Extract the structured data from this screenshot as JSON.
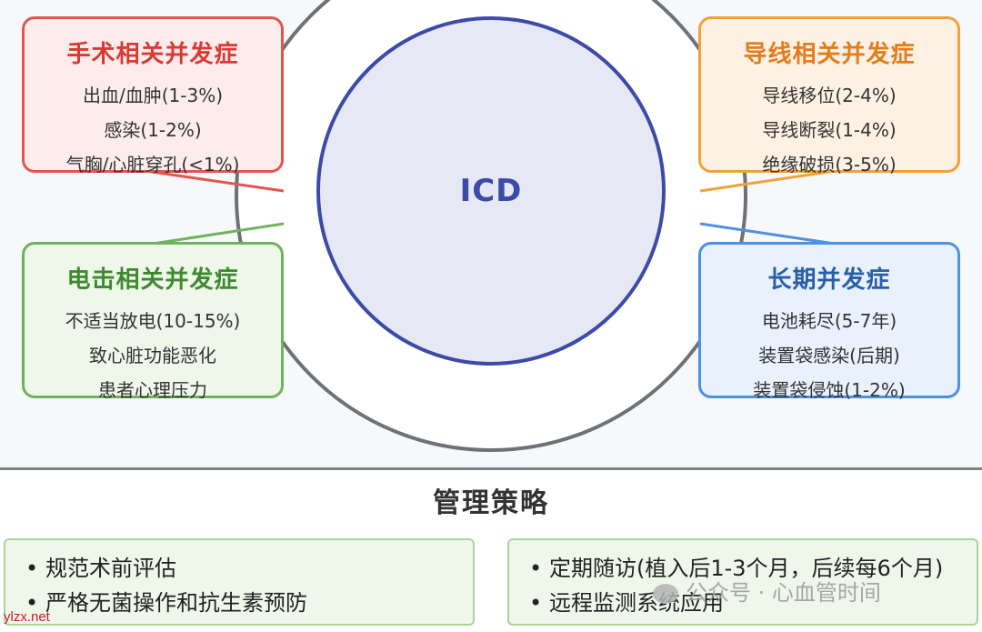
{
  "center": {
    "label": "ICD"
  },
  "cards": {
    "surgery": {
      "title": "手术相关并发症",
      "items": [
        "出血/血肿(1-3%)",
        "感染(1-2%)",
        "气胸/心脏穿孔(<1%)"
      ]
    },
    "lead": {
      "title": "导线相关并发症",
      "items": [
        "导线移位(2-4%)",
        "导线断裂(1-4%)",
        "绝缘破损(3-5%)"
      ]
    },
    "shock": {
      "title": "电击相关并发症",
      "items": [
        "不适当放电(10-15%)",
        "致心脏功能恶化",
        "患者心理压力"
      ]
    },
    "longterm": {
      "title": "长期并发症",
      "items": [
        "电池耗尽(5-7年)",
        "装置袋感染(后期)",
        "装置袋侵蚀(1-2%)"
      ]
    }
  },
  "management": {
    "title": "管理策略",
    "left": [
      "规范术前评估",
      "严格无菌操作和抗生素预防"
    ],
    "right": [
      "定期随访(植入后1-3个月，后续每6个月)",
      "远程监测系统应用"
    ],
    "bullet": "•"
  },
  "watermark": {
    "text": "公众号 · 心血管时间"
  },
  "source": {
    "text": "ylzx.net"
  },
  "colors": {
    "surgery": "#e0574f",
    "lead": "#f0a23c",
    "shock": "#6fb35c",
    "longterm": "#4c92e0",
    "center_fill": "#e6e8f5",
    "center_stroke": "#3c4aa8"
  }
}
